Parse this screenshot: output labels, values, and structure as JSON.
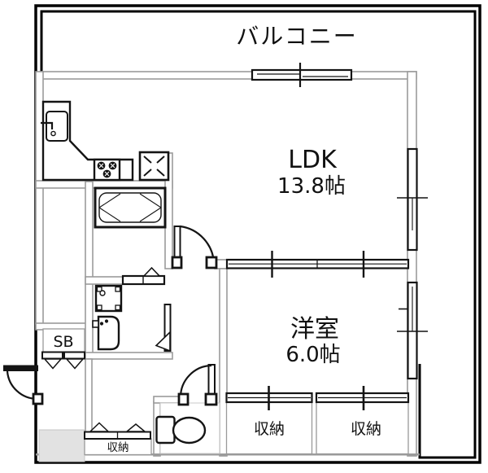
{
  "plan": {
    "balcony": {
      "label": "バルコニー"
    },
    "ldk": {
      "label": "LDK",
      "area": "13.8帖"
    },
    "western_room": {
      "label": "洋室",
      "area": "6.0帖"
    },
    "closet_right_a": {
      "label": "収納"
    },
    "closet_right_b": {
      "label": "収納"
    },
    "closet_hall": {
      "label": "収納"
    },
    "shoe_box": {
      "label": "SB"
    }
  },
  "fixtures": {
    "kitchen_sink": "kitchen-sink",
    "gas_stove": "gas-stove-3-burner",
    "vent_unit": "x-marked-unit",
    "bathtub": "bathtub",
    "washing_machine_pan": "washing-machine-pan",
    "washbasin": "washbasin",
    "toilet": "toilet"
  },
  "colors": {
    "outline": "#000000",
    "fixture_line": "#141414",
    "wall_gray": "#9b9b9b",
    "genkan_floor": "#e2e2e2",
    "background": "#ffffff"
  }
}
